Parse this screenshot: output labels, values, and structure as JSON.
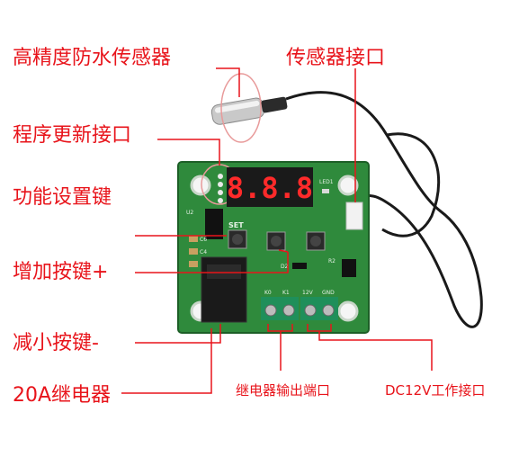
{
  "labels": {
    "sensor": "高精度防水传感器",
    "sensor_port": "传感器接口",
    "program_port": "程序更新接口",
    "set_key": "功能设置键",
    "plus_key": "增加按键+",
    "minus_key": "减小按键-",
    "relay": "20A继电器",
    "relay_out": "继电器输出端口",
    "dc_in": "DC12V工作接口"
  },
  "board": {
    "display": "8.8.8",
    "set_text": "SET",
    "led_text": "LED1",
    "terminal_1": "K0",
    "terminal_2": "K1",
    "terminal_3": "12V",
    "terminal_4": "GND",
    "c6": "C6",
    "c4": "C4",
    "r2": "R2",
    "d2": "D2",
    "u2": "U2"
  },
  "colors": {
    "label": "#e8141b",
    "pcb": "#2f8a3c",
    "terminal": "#1f8f5a",
    "relay": "#1a1a1a",
    "display": "#ff2a2a"
  }
}
